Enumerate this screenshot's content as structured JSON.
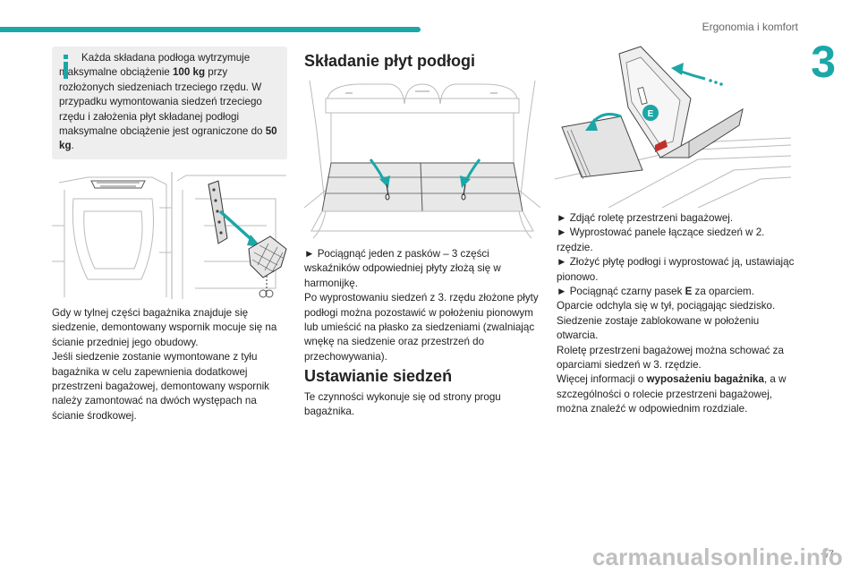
{
  "header": {
    "section_title": "Ergonomia i komfort",
    "chapter_number": "3",
    "accent_color": "#1ba7a7"
  },
  "footer": {
    "page_number": "57",
    "watermark": "carmanualsonline.info"
  },
  "info_box": {
    "icon": "info-icon",
    "text_1": "Każda składana podłoga wytrzymuje maksymalne obciążenie ",
    "bold_1": "100 kg",
    "text_2": " przy rozłożonych siedzeniach trzeciego rzędu. W przypadku wymontowania siedzeń trzeciego rzędu i założenia płyt składanej podłogi maksymalne obciążenie jest ograniczone do ",
    "bold_2": "50 kg",
    "text_3": "."
  },
  "left_column": {
    "paragraph_1": "Gdy w tylnej części bagażnika znajduje się siedzenie, demontowany wspornik mocuje się na ścianie przedniej jego obudowy.",
    "paragraph_2": "Jeśli siedzenie zostanie wymontowane z tyłu bagażnika w celu zapewnienia dodatkowej przestrzeni bagażowej, demontowany wspornik należy zamontować na dwóch występach na ścianie środkowej."
  },
  "middle_column": {
    "heading_1": "Składanie płyt podłogi",
    "step_1": "► Pociągnąć jeden z pasków – 3 części wskaźników odpowiedniej płyty złożą się w harmonijkę.",
    "paragraph_1": "Po wyprostowaniu siedzeń z 3. rzędu złożone płyty podłogi można pozostawić w położeniu pionowym lub umieścić na płasko za siedzeniami (zwalniając wnękę na siedzenie oraz przestrzeń do przechowywania).",
    "heading_2": "Ustawianie siedzeń",
    "paragraph_2": "Te czynności wykonuje się od strony progu bagażnika."
  },
  "right_column": {
    "figure_label": "E",
    "step_1": "► Zdjąć roletę przestrzeni bagażowej.",
    "step_2": "► Wyprostować panele łączące siedzeń w 2. rzędzie.",
    "step_3": "► Złożyć płytę podłogi i wyprostować ją, ustawiając pionowo.",
    "step_4_pre": "► Pociągnąć czarny pasek ",
    "step_4_bold": "E",
    "step_4_post": " za oparciem.",
    "text_1": "Oparcie odchyla się w tył, pociągając siedzisko. Siedzenie zostaje zablokowane w położeniu otwarcia.",
    "text_2": "Roletę przestrzeni bagażowej można schować za oparciami siedzeń w 3. rzędzie.",
    "text_3_pre": "Więcej informacji o ",
    "text_3_bold": "wyposażeniu bagażnika",
    "text_3_post": ", a w szczególności o rolecie przestrzeni bagażowej, można znaleźć w odpowiednim rozdziale."
  }
}
